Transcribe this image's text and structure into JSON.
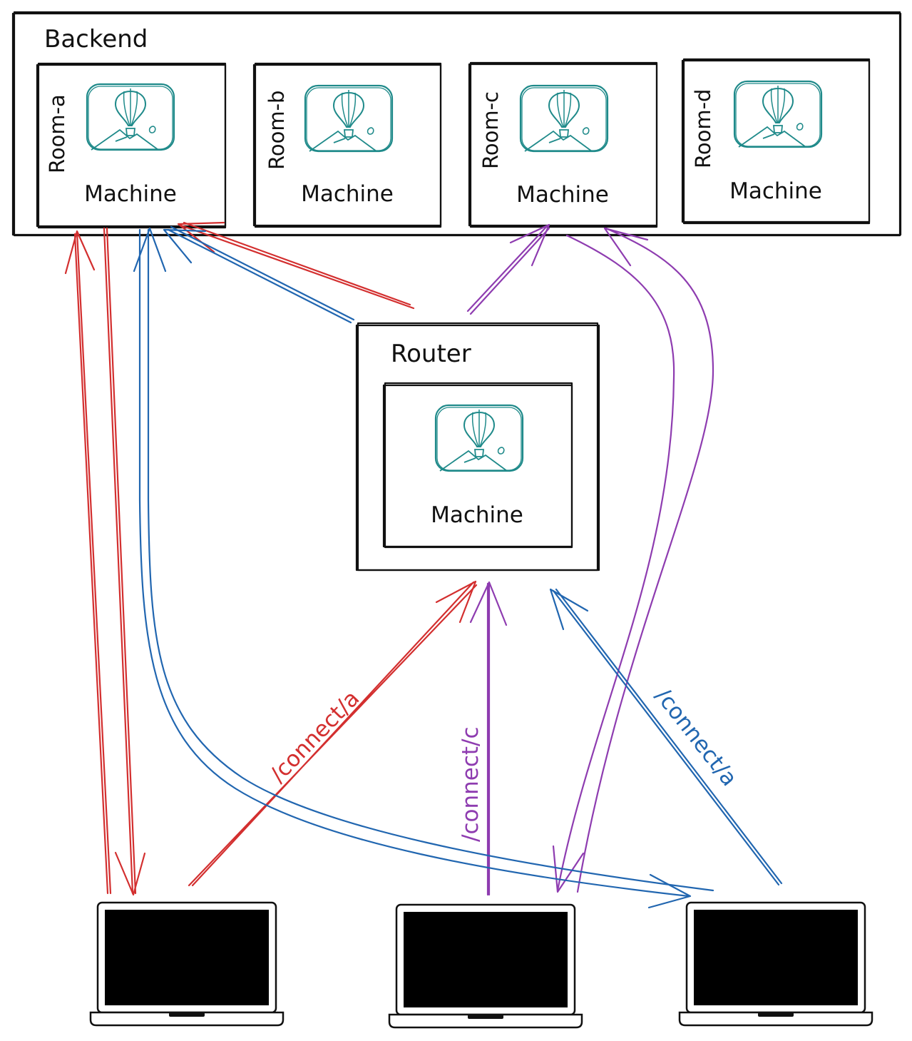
{
  "backend": {
    "title": "Backend",
    "rooms": [
      {
        "room": "Room-a",
        "machine": "Machine"
      },
      {
        "room": "Room-b",
        "machine": "Machine"
      },
      {
        "room": "Room-c",
        "machine": "Machine"
      },
      {
        "room": "Room-d",
        "machine": "Machine"
      }
    ]
  },
  "router": {
    "title": "Router",
    "machine": "Machine"
  },
  "connections": [
    {
      "label": "/connect/a",
      "color": "#d32f2f"
    },
    {
      "label": "/connect/c",
      "color": "#8e3cb0"
    },
    {
      "label": "/connect/a",
      "color": "#2166b0"
    }
  ],
  "colors": {
    "red": "#d32f2f",
    "purple": "#8e3cb0",
    "blue": "#2166b0",
    "machine_icon": "#1f8a8a",
    "stroke": "#111111",
    "laptop_screen": "#000000"
  },
  "icons": {
    "machine": "balloon-machine-icon",
    "client": "laptop-icon"
  }
}
